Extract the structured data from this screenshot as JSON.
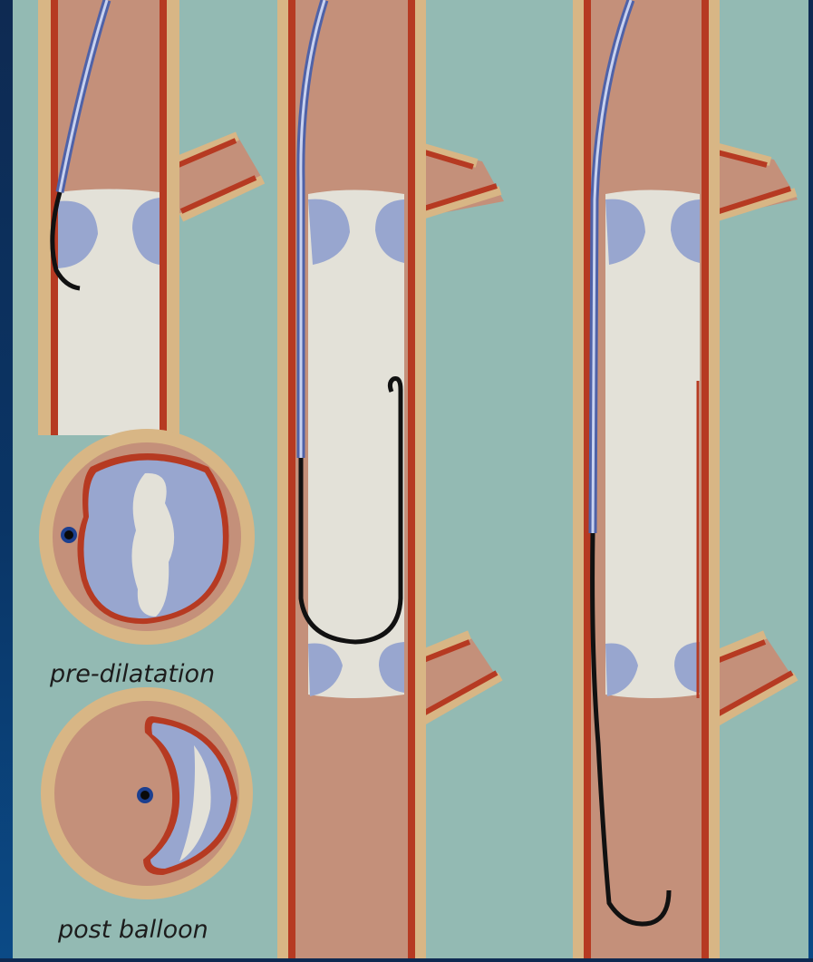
{
  "labels": {
    "pre_dilatation": "pre-dilatation",
    "post_balloon": "post balloon"
  },
  "colors": {
    "background_frame": "#0b3a6e",
    "panel_background": "#93bab3",
    "vessel_lumen": "#c4907a",
    "vessel_wall_red": "#b63a22",
    "vessel_wall_outer": "#d8b685",
    "plaque": "#98a6cf",
    "calcium_channel": "#e3e1d8",
    "wire_blue": "#6f86c7",
    "wire_black": "#111111"
  },
  "icons": {
    "guidewire": "guidewire",
    "catheter": "microcatheter",
    "occlusion": "chronic-total-occlusion",
    "cross_section": "vessel-cross-section"
  }
}
